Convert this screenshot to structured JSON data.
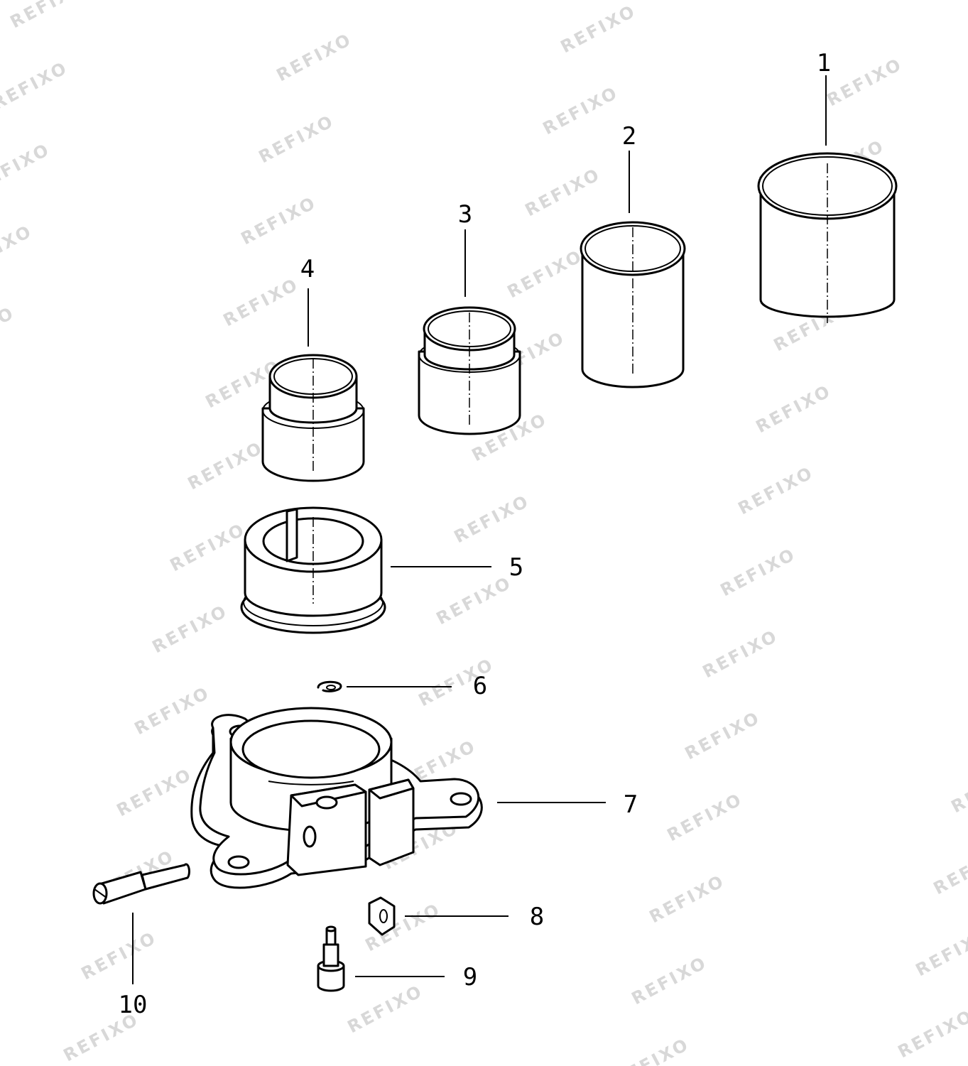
{
  "watermark": "REFIXO",
  "callouts": {
    "c1": "1",
    "c2": "2",
    "c3": "3",
    "c4": "4",
    "c5": "5",
    "c6": "6",
    "c7": "7",
    "c8": "8",
    "c9": "9",
    "c10": "10"
  }
}
